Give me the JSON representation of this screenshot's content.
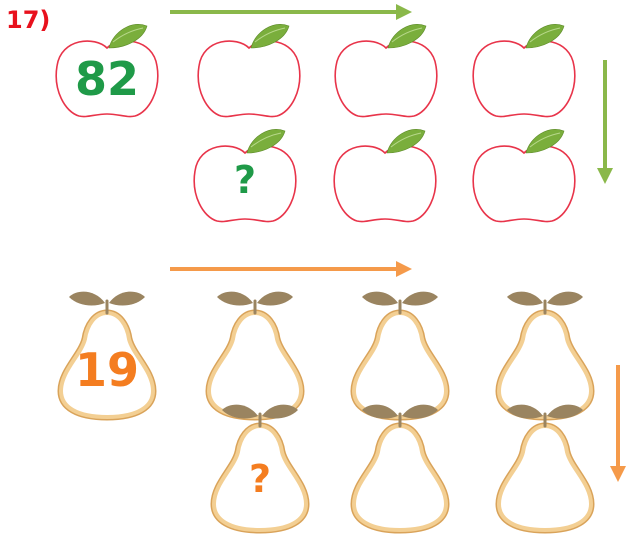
{
  "problem_label": "17)",
  "apples": [
    {
      "text": "82"
    },
    {
      "text": ""
    },
    {
      "text": ""
    },
    {
      "text": ""
    },
    {
      "text": "?"
    },
    {
      "text": ""
    },
    {
      "text": ""
    }
  ],
  "pears": [
    {
      "text": "19"
    },
    {
      "text": ""
    },
    {
      "text": ""
    },
    {
      "text": ""
    },
    {
      "text": "?"
    },
    {
      "text": ""
    },
    {
      "text": ""
    }
  ],
  "colors": {
    "label": "#e8111d",
    "apple_outline": "#e8344a",
    "leaf": "#7aae3c",
    "apple_text": "#1f9a48",
    "green_arrow": "#8ab84a",
    "pear_outline": "#e9b871",
    "pear_leaf": "#9a8460",
    "pear_text": "#f47d20",
    "orange_arrow": "#f59a4a"
  }
}
